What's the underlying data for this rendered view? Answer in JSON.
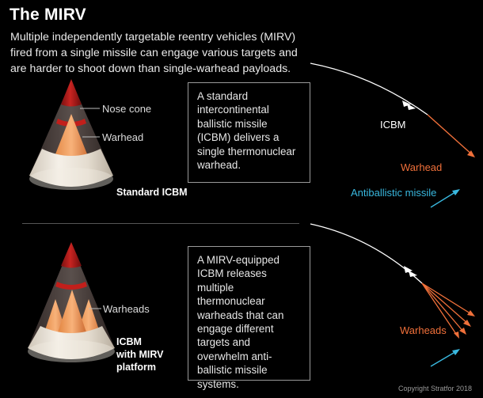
{
  "header": {
    "title": "The MIRV",
    "intro": "Multiple independently targetable reentry vehicles (MIRV) fired from a single missile can engage various targets and are harder to shoot down than single-warhead payloads."
  },
  "standard": {
    "nose_cone_label": "Nose cone",
    "warhead_label": "Warhead",
    "caption": "Standard ICBM",
    "description": "A standard intercontinental ballistic missile (ICBM) delivers a single thermonuclear warhead."
  },
  "mirv": {
    "warheads_label": "Warheads",
    "caption_lines": [
      "ICBM",
      "with MIRV",
      "platform"
    ],
    "description": "A MIRV-equipped ICBM releases multiple thermonuclear warheads that can engage different targets and overwhelm anti-ballistic missile systems."
  },
  "trajectory_top": {
    "icbm_label": "ICBM",
    "warhead_label": "Warhead",
    "antiballistic_label": "Antiballistic missile"
  },
  "trajectory_bottom": {
    "warheads_label": "Warheads"
  },
  "footer": {
    "copyright": "Copyright Stratfor 2018"
  },
  "colors": {
    "background": "#000000",
    "warhead_orange": "#f0703a",
    "antiballistic_cyan": "#39b8df",
    "cone_body": "#ede7dc",
    "nose_red": "#b81d1a"
  },
  "icons": [
    "arrowhead-icon"
  ]
}
